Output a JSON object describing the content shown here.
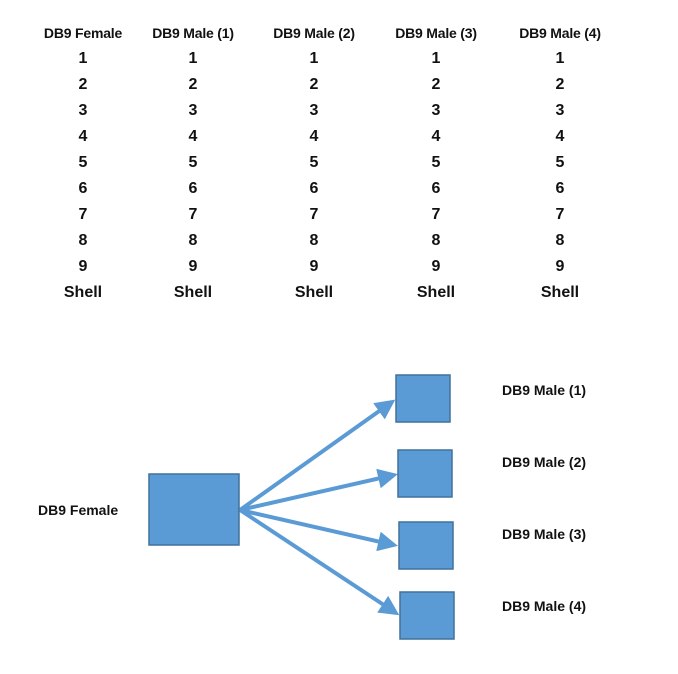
{
  "pinout_table": {
    "columns": [
      {
        "header": "DB9 Female",
        "cells": [
          "1",
          "2",
          "3",
          "4",
          "5",
          "6",
          "7",
          "8",
          "9",
          "Shell"
        ]
      },
      {
        "header": "DB9 Male (1)",
        "cells": [
          "1",
          "2",
          "3",
          "4",
          "5",
          "6",
          "7",
          "8",
          "9",
          "Shell"
        ]
      },
      {
        "header": "DB9 Male (2)",
        "cells": [
          "1",
          "2",
          "3",
          "4",
          "5",
          "6",
          "7",
          "8",
          "9",
          "Shell"
        ]
      },
      {
        "header": "DB9 Male (3)",
        "cells": [
          "1",
          "2",
          "3",
          "4",
          "5",
          "6",
          "7",
          "8",
          "9",
          "Shell"
        ]
      },
      {
        "header": "DB9 Male (4)",
        "cells": [
          "1",
          "2",
          "3",
          "4",
          "5",
          "6",
          "7",
          "8",
          "9",
          "Shell"
        ]
      }
    ]
  },
  "diagram": {
    "source_label": "DB9 Female",
    "target_labels": [
      "DB9 Male (1)",
      "DB9 Male (2)",
      "DB9 Male (3)",
      "DB9 Male (4)"
    ],
    "colors": {
      "box_fill": "#5b9bd5",
      "box_stroke": "#41719c",
      "arrow": "#5b9bd5"
    }
  }
}
